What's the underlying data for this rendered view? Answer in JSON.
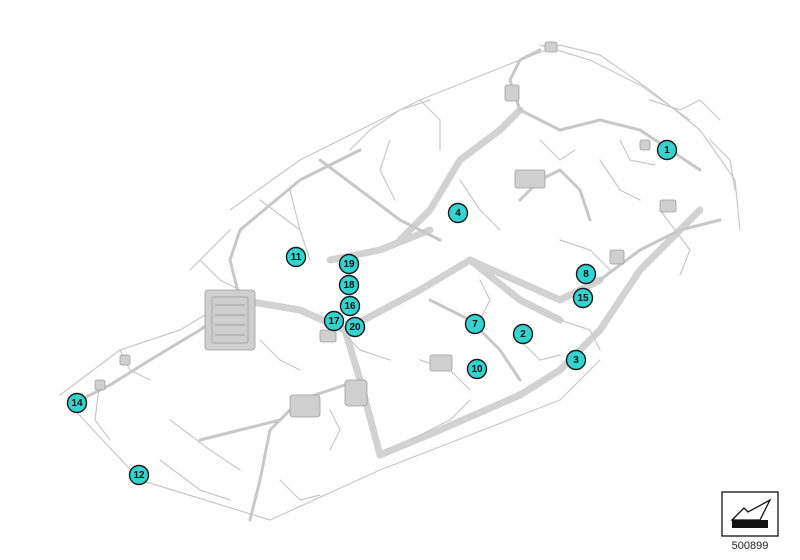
{
  "callouts": [
    {
      "label": "1"
    },
    {
      "label": "2"
    },
    {
      "label": "3"
    },
    {
      "label": "4"
    },
    {
      "label": "7"
    },
    {
      "label": "8"
    },
    {
      "label": "10"
    },
    {
      "label": "11"
    },
    {
      "label": "12"
    },
    {
      "label": "14"
    },
    {
      "label": "15"
    },
    {
      "label": "16"
    },
    {
      "label": "17"
    },
    {
      "label": "18"
    },
    {
      "label": "19"
    },
    {
      "label": "20"
    }
  ],
  "reference_number": "500899",
  "colors": {
    "callout_fill": "#35d3cf",
    "wiring": "#c8c8c8"
  },
  "icons": {
    "reference_symbol": "arrow-stamp-icon"
  }
}
